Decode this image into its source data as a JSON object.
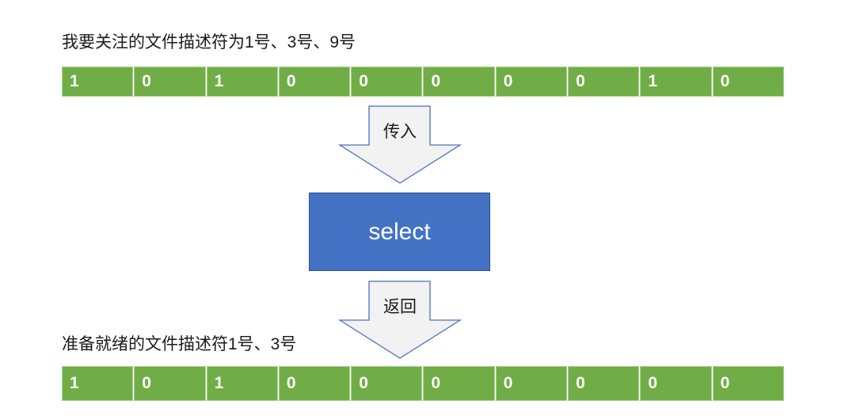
{
  "diagram": {
    "captions": {
      "input": "我要关注的文件描述符为1号、3号、9号",
      "output": "准备就绪的文件描述符1号、3号"
    },
    "arrows": {
      "pass_in": "传入",
      "return": "返回"
    },
    "select_box": {
      "label": "select"
    },
    "fd_set_input": [
      "1",
      "0",
      "1",
      "0",
      "0",
      "0",
      "0",
      "0",
      "1",
      "0"
    ],
    "fd_set_output": [
      "1",
      "0",
      "1",
      "0",
      "0",
      "0",
      "0",
      "0",
      "0",
      "0"
    ],
    "colors": {
      "cell_green": "#70ad47",
      "cell_border": "#a9d18e",
      "select_blue": "#4472c4",
      "select_border": "#2f528f",
      "arrow_fill": "#f2f2f2",
      "arrow_stroke": "#4472c4",
      "text_black": "#1a1a1a"
    }
  }
}
